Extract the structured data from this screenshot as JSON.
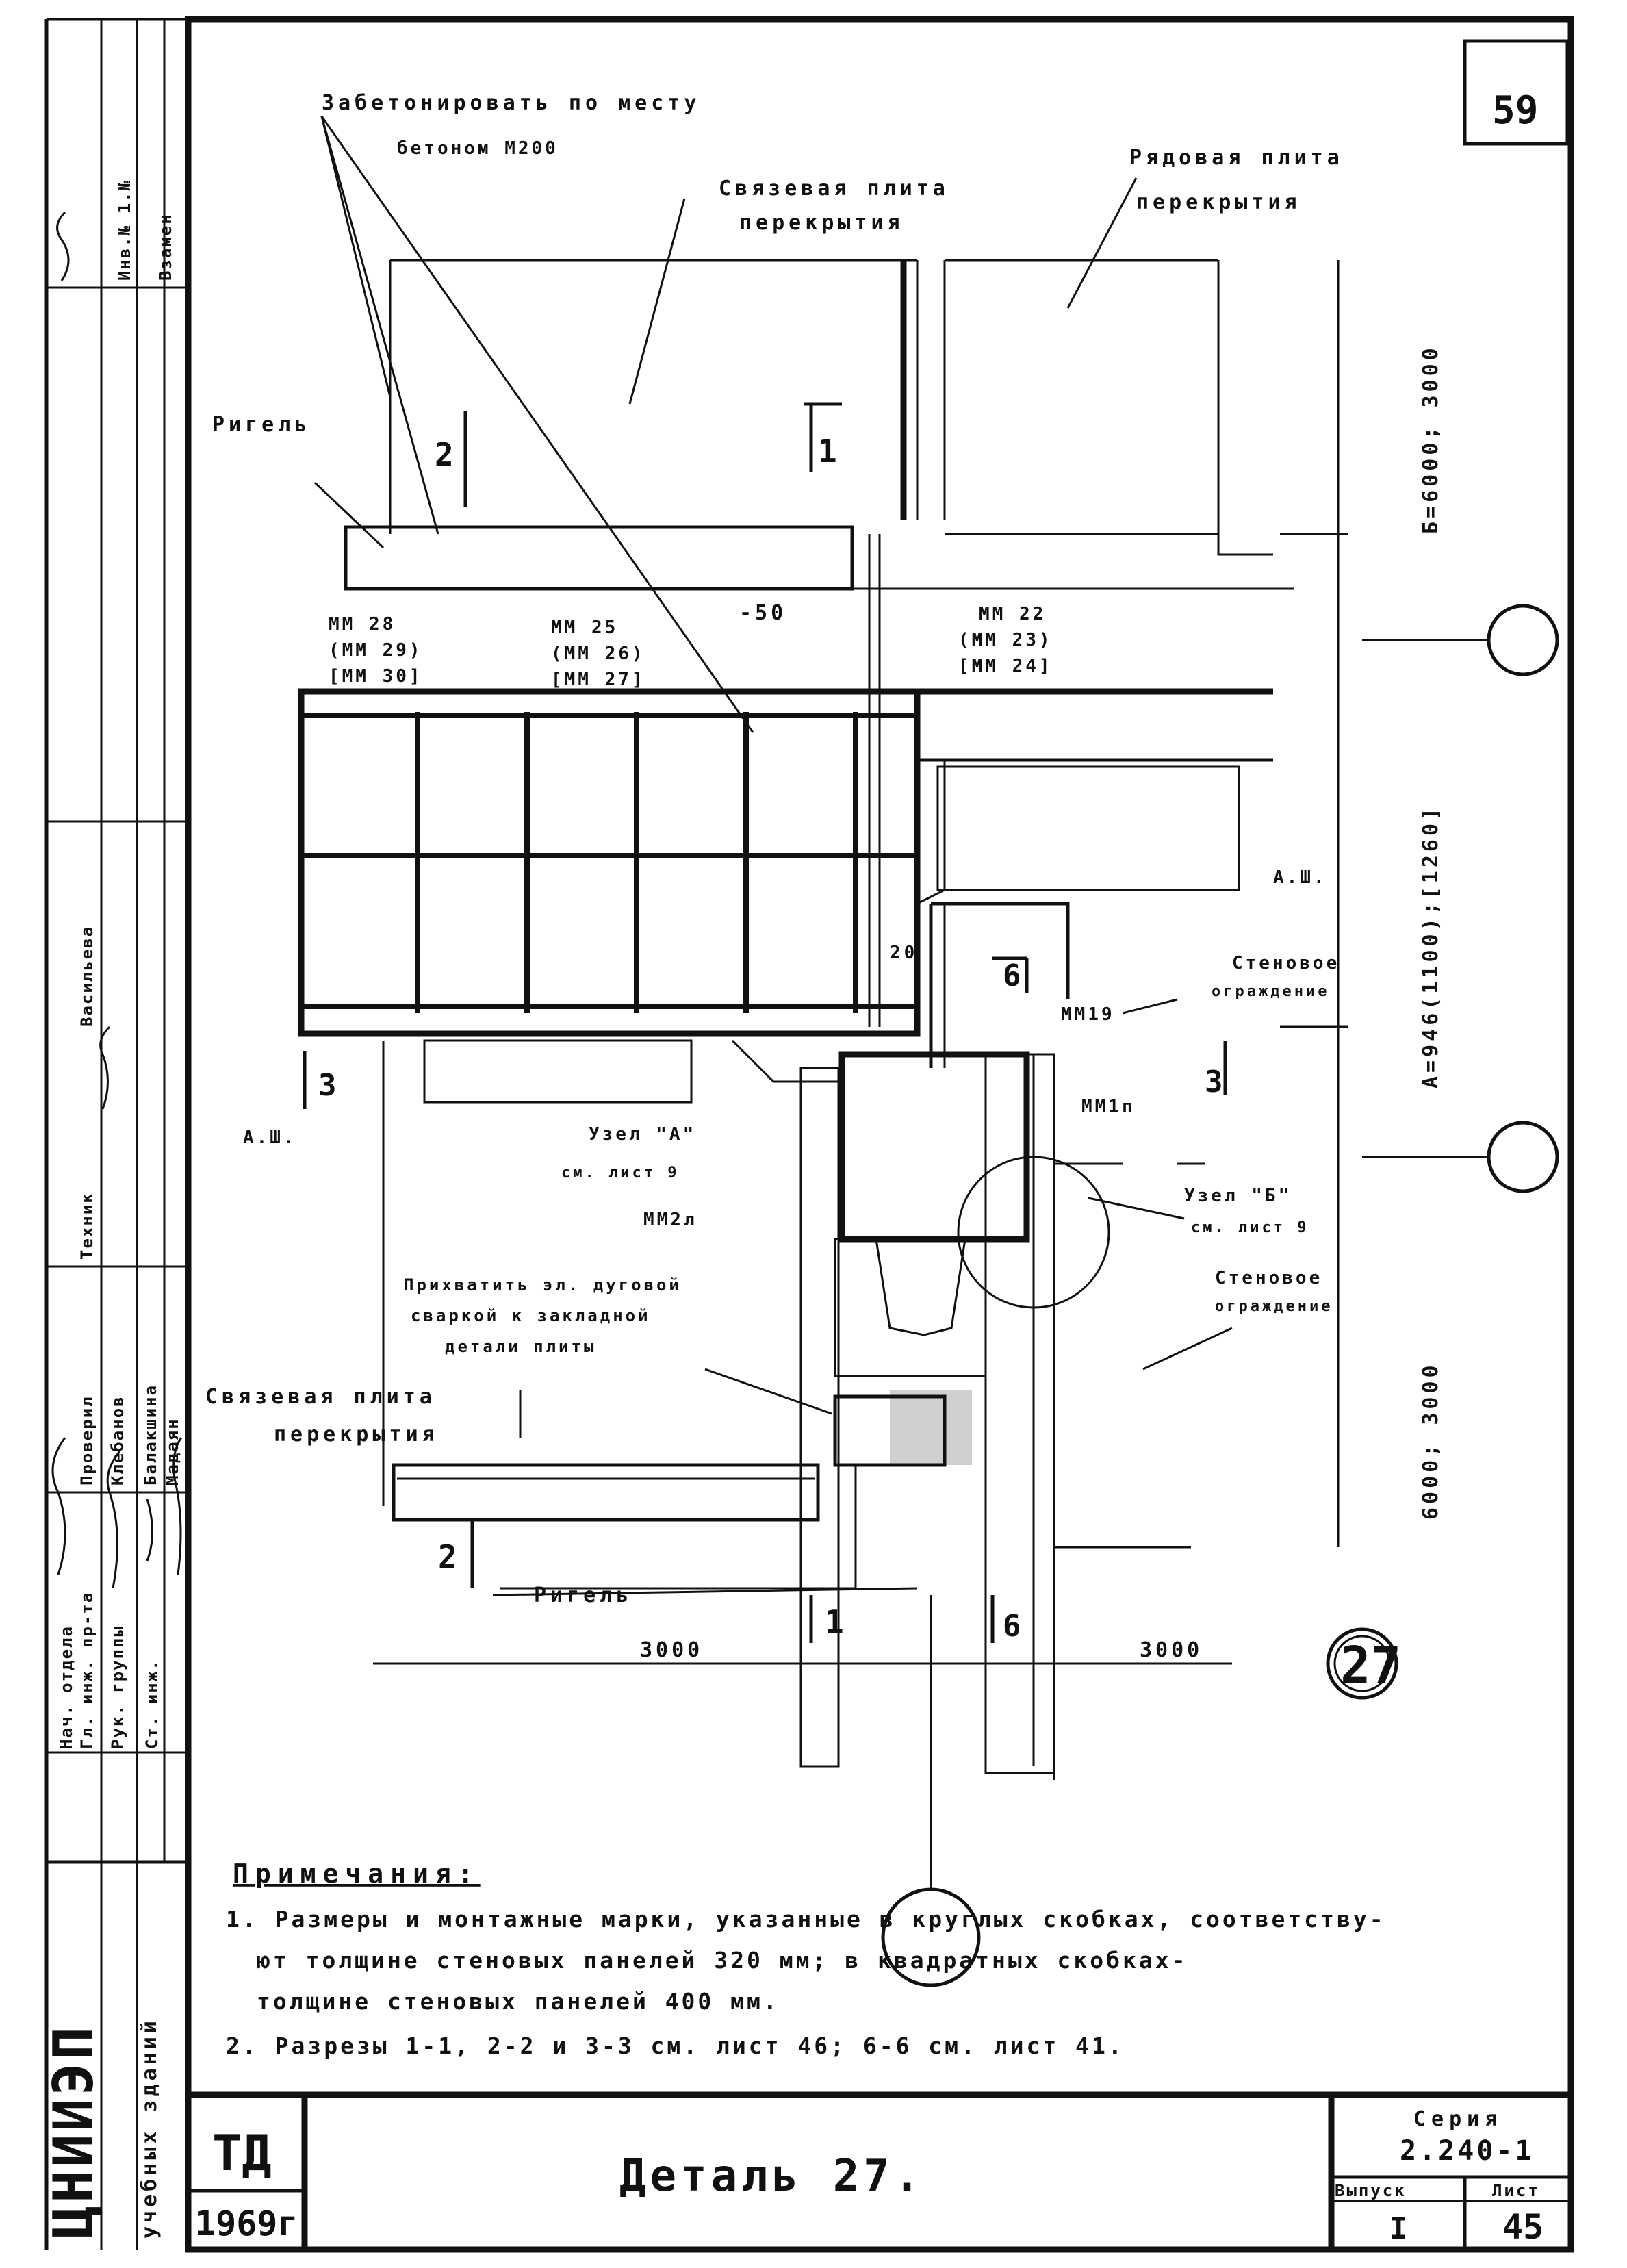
{
  "sheet_mark": "59",
  "drawing": {
    "labels": {
      "concrete_fill_1": "Забетонировать по месту",
      "concrete_fill_2": "бетоном М200",
      "link_slab_top_1": "Связевая плита",
      "link_slab_top_2": "перекрытия",
      "row_slab_1": "Рядовая плита",
      "row_slab_2": "перекрытия",
      "rigel_top": "Ригель",
      "rigel_bottom": "Ригель",
      "dim_b": "Б=6000; 3000",
      "dim_a": "А=946(1100);[1260]",
      "dim_side_low": "6000; 3000",
      "minus50": "-50",
      "m28": "ММ 28",
      "m29": "(ММ 29)",
      "m30": "[ММ 30]",
      "m25": "ММ 25",
      "m26": "(ММ 26)",
      "m27": "[ММ 27]",
      "m22": "ММ 22",
      "m23": "(ММ 23)",
      "m24": "[ММ 24]",
      "ash_right": "А.Ш.",
      "ash_left": "А.Ш.",
      "wall_fence_1a": "Стеновое",
      "wall_fence_1b": "ограждение",
      "wall_fence_2a": "Стеновое",
      "wall_fence_2b": "ограждение",
      "mm19": "ММ19",
      "mm1p": "ММ1п",
      "mm2l": "ММ2л",
      "dim20": "20",
      "node_a_1": "Узел \"А\"",
      "node_a_2": "см. лист 9",
      "node_b_1": "Узел \"Б\"",
      "node_b_2": "см. лист 9",
      "weld_1": "Прихватить эл. дуговой",
      "weld_2": "сваркой к закладной",
      "weld_3": "детали плиты",
      "link_slab_bot_1": "Связевая плита",
      "link_slab_bot_2": "перекрытия",
      "cut1_top": "1",
      "cut1_bot": "1",
      "cut2_top": "2",
      "cut2_bot": "2",
      "cut3_left": "3",
      "cut3_right": "3",
      "cut6_top": "6",
      "cut6_bot": "6",
      "dim3000_left": "3000",
      "dim3000_right": "3000",
      "detail_no": "27"
    }
  },
  "notes": {
    "heading": "Примечания:",
    "line1": "1. Размеры и монтажные марки, указанные в круглых скобках, соответству-",
    "line2": "ют толщине стеновых панелей 320 мм; в квадратных скобках-",
    "line3": "толщине стеновых панелей 400 мм.",
    "line4": "2. Разрезы 1-1, 2-2 и 3-3 см. лист 46; 6-6 см. лист 41."
  },
  "side_stamp": {
    "org_1": "ЦНИИЭП",
    "org_2": "учебных зданий",
    "roles": [
      "Нач. отдела",
      "Гл. инж. пр-та",
      "Рук. группы",
      "Ст. инж."
    ],
    "header_checker": "Проверил",
    "checker_tech": "Техник",
    "names": [
      "Клебанов",
      "Балакшина",
      "Мадаян"
    ],
    "tech_name": "Васильева",
    "inv": "Инв.№ 1.№",
    "vzamen": "Взамен"
  },
  "title_block": {
    "code": "ТД",
    "year": "1969г",
    "title": "Деталь 27.",
    "series_label": "Серия",
    "series_value": "2.240-1",
    "issue_label": "Выпуск",
    "issue_value": "I",
    "sheet_label": "Лист",
    "sheet_value": "45"
  }
}
